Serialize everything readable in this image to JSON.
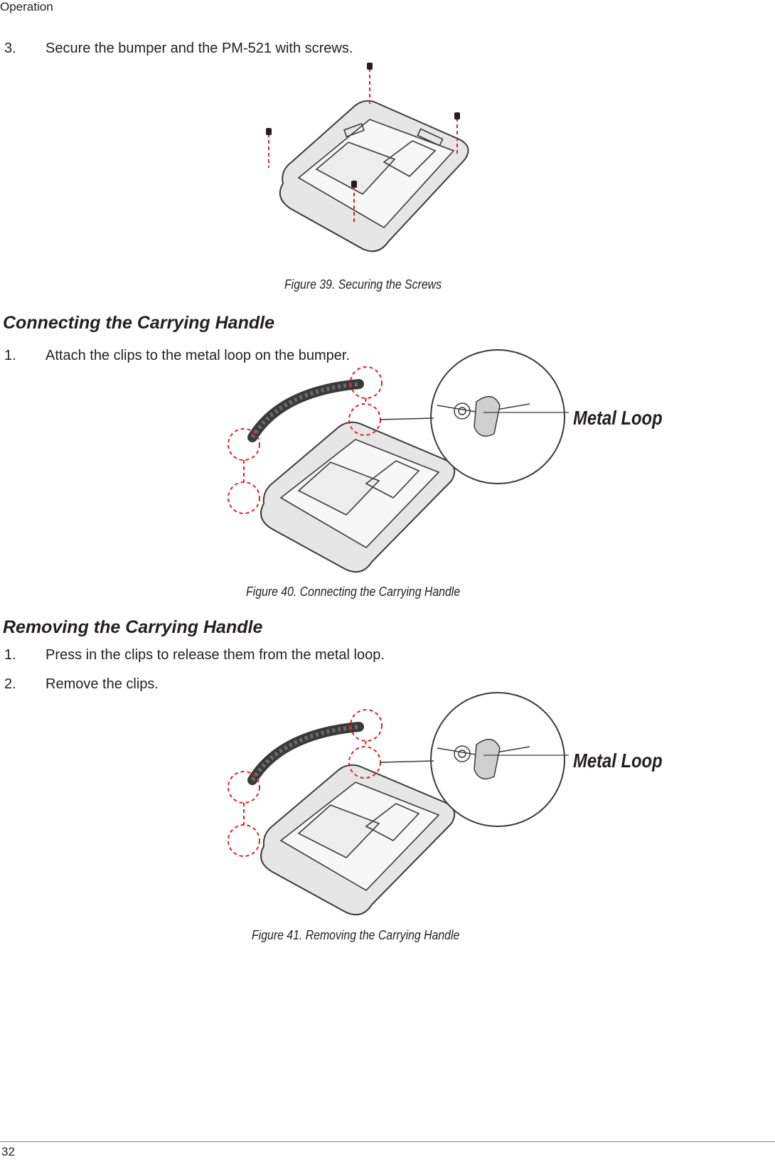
{
  "running_head": "Operation",
  "page_number": "32",
  "section_screws": {
    "step": {
      "number": "3.",
      "text": "Secure the bumper and the PM-521 with screws."
    },
    "figure_caption": "Figure 39.  Securing the Screws"
  },
  "section_connect": {
    "heading": "Connecting the Carrying Handle",
    "step": {
      "number": "1.",
      "text": "Attach the clips to the metal loop on the bumper."
    },
    "callout": "Metal Loop",
    "figure_caption": "Figure 40.  Connecting the Carrying Handle"
  },
  "section_remove": {
    "heading": "Removing the Carrying Handle",
    "steps": [
      {
        "number": "1.",
        "text": "Press in the clips to release them from the metal loop."
      },
      {
        "number": "2.",
        "text": "Remove the clips."
      }
    ],
    "callout": "Metal Loop",
    "figure_caption": "Figure 41.  Removing the Carrying Handle"
  },
  "colors": {
    "text": "#231f20",
    "leader_red": "#e0202a",
    "outline": "#3a3a3a",
    "fill_gray": "#e6e6e6"
  }
}
